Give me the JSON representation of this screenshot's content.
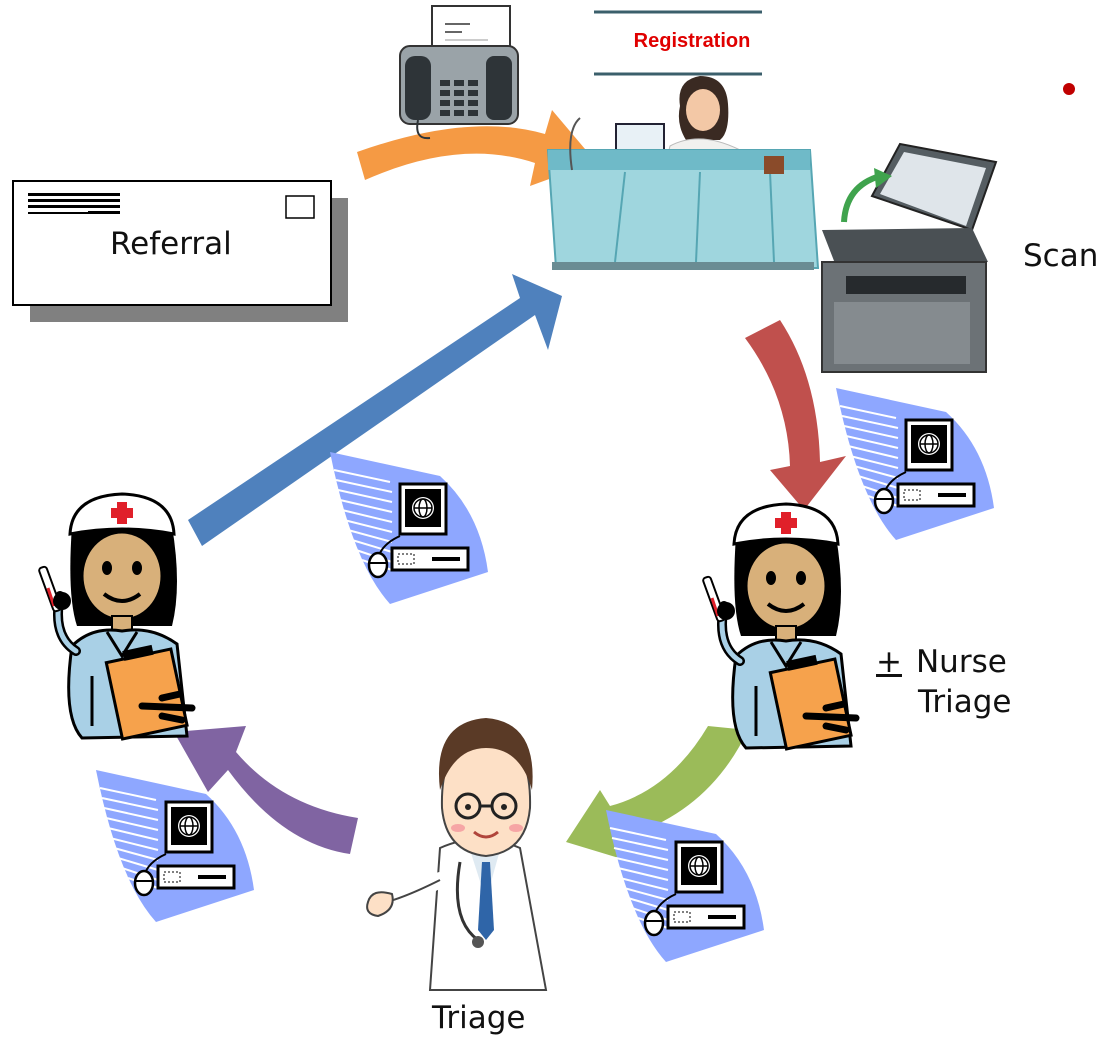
{
  "referral": {
    "label": "Referral"
  },
  "registration": {
    "label": "Registration"
  },
  "scan": {
    "label": "Scan"
  },
  "nurse_triage": {
    "symbol": "+",
    "line1": "Nurse",
    "line2": "Triage"
  },
  "triage": {
    "label": "Triage"
  },
  "colors": {
    "orange_arrow": "#f59a44",
    "red_arrow": "#c0504d",
    "green_arrow": "#9bbb59",
    "purple_arrow": "#8064a2",
    "blue_arrow": "#4f81bd",
    "registration_text": "#e00000",
    "document_blue": "#8ea7ff"
  }
}
